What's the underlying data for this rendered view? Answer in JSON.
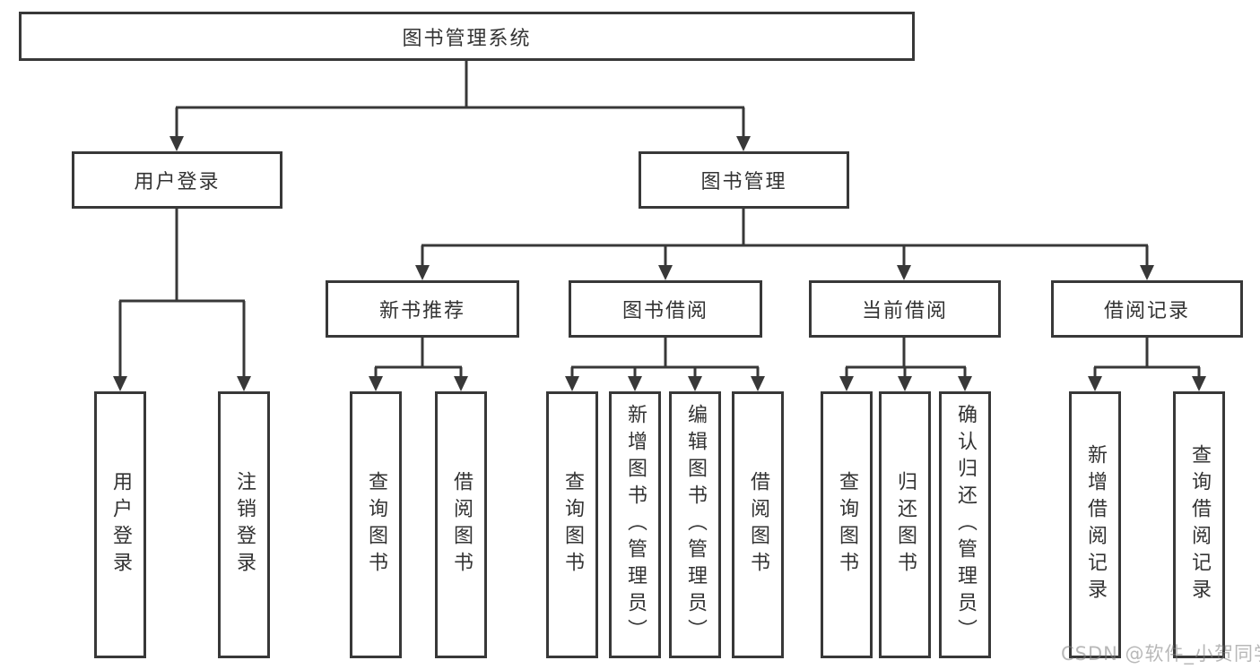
{
  "diagram": {
    "title": "图书管理系统",
    "type": "hierarchy-tree",
    "tree": {
      "label": "图书管理系统",
      "children": [
        {
          "label": "用户登录",
          "children": [
            {
              "label": "用户登录"
            },
            {
              "label": "注销登录"
            }
          ]
        },
        {
          "label": "图书管理",
          "children": [
            {
              "label": "新书推荐",
              "children": [
                {
                  "label": "查询图书"
                },
                {
                  "label": "借阅图书"
                }
              ]
            },
            {
              "label": "图书借阅",
              "children": [
                {
                  "label": "查询图书"
                },
                {
                  "label": "新增图书（管理员）"
                },
                {
                  "label": "编辑图书（管理员）"
                },
                {
                  "label": "借阅图书"
                }
              ]
            },
            {
              "label": "当前借阅",
              "children": [
                {
                  "label": "查询图书"
                },
                {
                  "label": "归还图书"
                },
                {
                  "label": "确认归还（管理员）"
                }
              ]
            },
            {
              "label": "借阅记录",
              "children": [
                {
                  "label": "新增借阅记录"
                },
                {
                  "label": "查询借阅记录"
                }
              ]
            }
          ]
        }
      ]
    }
  },
  "watermark": {
    "text": "CSDN @软件_小贺同学"
  },
  "colors": {
    "line": "#383838",
    "box_border": "#383838",
    "box_background": "#ffffff",
    "text": "#333333",
    "watermark": "#9a9a9a",
    "page_background": "#ffffff"
  }
}
